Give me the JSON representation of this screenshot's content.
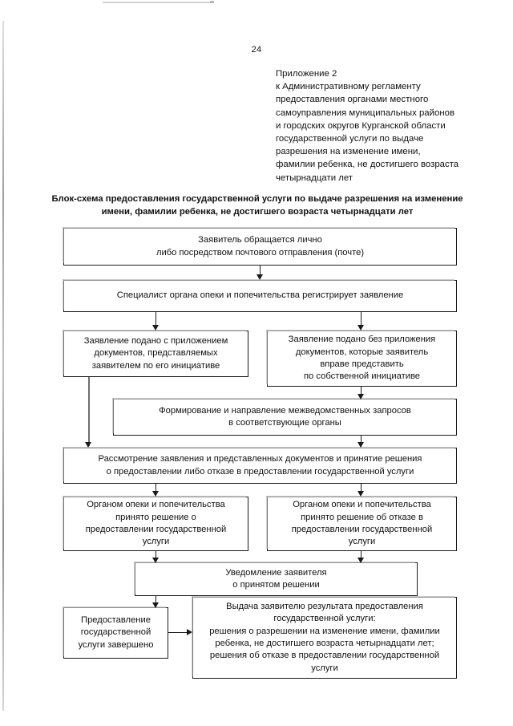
{
  "document": {
    "page_number": "24",
    "appendix_lines": [
      "Приложение 2",
      "к Административному регламенту",
      "предоставления органами местного",
      "самоуправления муниципальных районов",
      "и городских округов Курганской области",
      "государственной услуги по выдаче",
      "разрешения на изменение имени,",
      "фамилии ребенка, не достигшего возраста",
      "четырнадцати лет"
    ],
    "title_line_1": "Блок-схема предоставления государственной услуги по выдаче разрешения на",
    "title_line_2": "изменение имени, фамилии ребенка, не достигшего возраста четырнадцати лет"
  },
  "chart_data": {
    "type": "diagram",
    "title": "Блок-схема предоставления государственной услуги по выдаче разрешения на изменение имени, фамилии ребенка, не достигшего возраста четырнадцати лет",
    "orientation": "top-to-bottom",
    "nodes": [
      {
        "id": "n1",
        "lines": [
          "Заявитель обращается лично",
          "либо посредством почтового отправления (почте)"
        ]
      },
      {
        "id": "n2",
        "lines": [
          "Специалист органа опеки и попечительства регистрирует заявление"
        ]
      },
      {
        "id": "n3",
        "lines": [
          "Заявление подано с приложением",
          "документов, представляемых",
          "заявителем по его инициативе"
        ]
      },
      {
        "id": "n4",
        "lines": [
          "Заявление подано без приложения",
          "документов, которые заявитель",
          "вправе представить",
          "по собственной инициативе"
        ]
      },
      {
        "id": "n5",
        "lines": [
          "Формирование и направление межведомственных запросов",
          "в соответствующие органы"
        ]
      },
      {
        "id": "n6",
        "lines": [
          "Рассмотрение заявления и представленных документов и принятие решения",
          "о предоставлении либо отказе в предоставлении государственной услуги"
        ]
      },
      {
        "id": "n7",
        "lines": [
          "Органом опеки и попечительства",
          "принято решение о",
          "предоставлении государственной",
          "услуги"
        ]
      },
      {
        "id": "n8",
        "lines": [
          "Органом опеки и попечительства",
          "принято решение об отказе в",
          "предоставлении государственной",
          "услуги"
        ]
      },
      {
        "id": "n9",
        "lines": [
          "Уведомление заявителя",
          "о принятом решении"
        ]
      },
      {
        "id": "n10",
        "lines": [
          "Предоставление",
          "государственной",
          "услуги завершено"
        ]
      },
      {
        "id": "n11",
        "lines": [
          "Выдача заявителю результата предоставления",
          "государственной услуги:",
          "решения о разрешении на изменение имени, фамилии",
          "ребенка, не достигшего возраста четырнадцати лет;",
          "решения об отказе в предоставлении государственной",
          "услуги"
        ]
      }
    ],
    "edges": [
      {
        "from": "n1",
        "to": "n2"
      },
      {
        "from": "n2",
        "to": "n3"
      },
      {
        "from": "n2",
        "to": "n4"
      },
      {
        "from": "n4",
        "to": "n5"
      },
      {
        "from": "n3",
        "to": "n6"
      },
      {
        "from": "n5",
        "to": "n6"
      },
      {
        "from": "n6",
        "to": "n7"
      },
      {
        "from": "n6",
        "to": "n8"
      },
      {
        "from": "n7",
        "to": "n9"
      },
      {
        "from": "n8",
        "to": "n9"
      },
      {
        "from": "n9",
        "to": "n10"
      },
      {
        "from": "n10",
        "to": "n11"
      }
    ]
  }
}
